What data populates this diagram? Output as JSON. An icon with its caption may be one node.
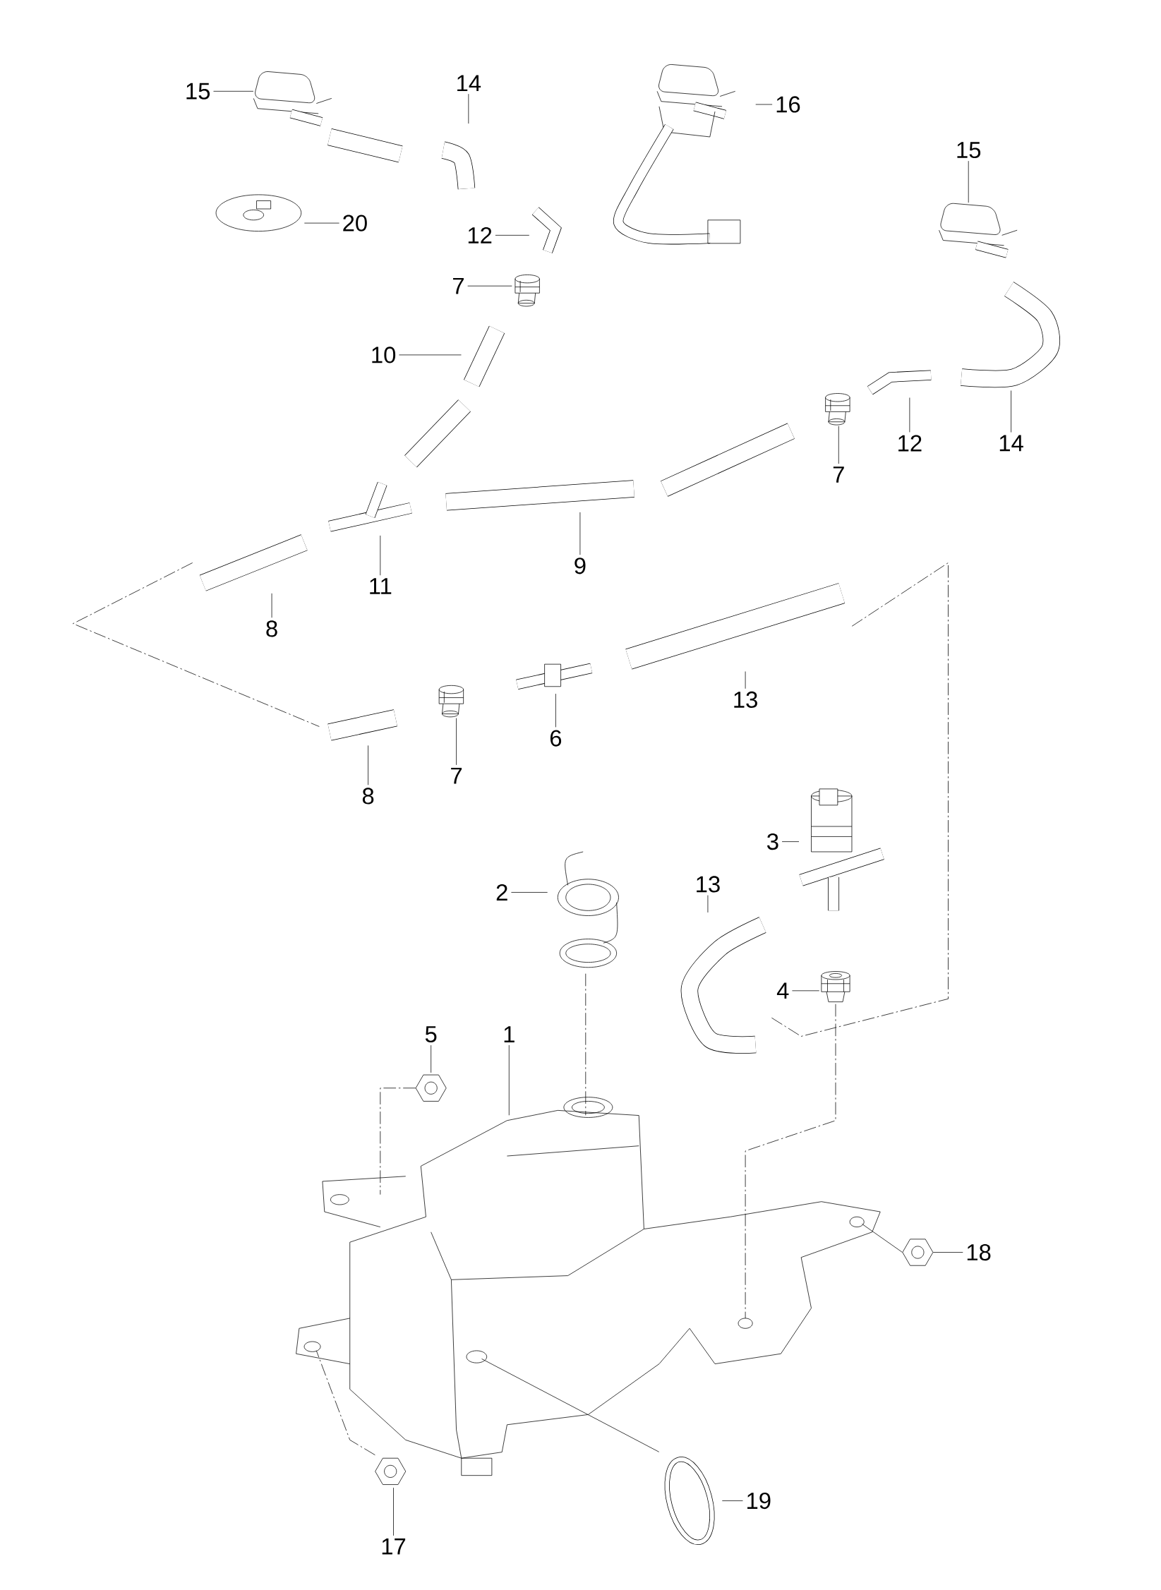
{
  "diagram": {
    "nodes": [
      {
        "text": [
          "15"
        ]
      },
      {
        "text": [
          "14"
        ]
      },
      {
        "text": [
          "16"
        ]
      },
      {
        "text": [
          "15"
        ]
      },
      {
        "text": [
          "20"
        ]
      },
      {
        "text": [
          "12"
        ]
      },
      {
        "text": [
          "7"
        ]
      },
      {
        "text": [
          "10"
        ]
      },
      {
        "text": [
          "12"
        ]
      },
      {
        "text": [
          "14"
        ]
      },
      {
        "text": [
          "7"
        ]
      },
      {
        "text": [
          "9"
        ]
      },
      {
        "text": [
          "11"
        ]
      },
      {
        "text": [
          "8"
        ]
      },
      {
        "text": [
          "13"
        ]
      },
      {
        "text": [
          "6"
        ]
      },
      {
        "text": [
          "7"
        ]
      },
      {
        "text": [
          "8"
        ]
      },
      {
        "text": [
          "3"
        ]
      },
      {
        "text": [
          "13"
        ]
      },
      {
        "text": [
          "2"
        ]
      },
      {
        "text": [
          "4"
        ]
      },
      {
        "text": [
          "5"
        ]
      },
      {
        "text": [
          "1"
        ]
      },
      {
        "text": [
          "18"
        ]
      },
      {
        "text": [
          "19"
        ]
      },
      {
        "text": [
          "17"
        ]
      },
      {
        "text": [],
        "shape": "picture"
      },
      {
        "text": [],
        "shape": "picture"
      },
      {
        "text": [],
        "shape": "picture"
      },
      {
        "text": [],
        "shape": "picture"
      },
      {
        "text": [],
        "shape": "picture"
      },
      {
        "text": [],
        "shape": "picture"
      },
      {
        "text": [],
        "shape": "picture"
      },
      {
        "text": [],
        "shape": "picture"
      },
      {
        "text": [],
        "shape": "picture"
      },
      {
        "text": [],
        "shape": "picture"
      },
      {
        "text": [],
        "shape": "picture"
      },
      {
        "text": [],
        "shape": "picture"
      },
      {
        "text": [],
        "shape": "picture"
      },
      {
        "text": [],
        "shape": "picture"
      },
      {
        "text": [],
        "shape": "picture"
      },
      {
        "text": [],
        "shape": "picture"
      },
      {
        "text": [],
        "shape": "picture"
      },
      {
        "text": [],
        "shape": "picture"
      },
      {
        "text": [],
        "shape": "picture"
      },
      {
        "text": [],
        "shape": "picture"
      },
      {
        "text": [],
        "shape": "picture"
      },
      {
        "text": [],
        "shape": "picture"
      },
      {
        "text": [],
        "shape": "picture"
      },
      {
        "text": [],
        "shape": "picture"
      },
      {
        "text": [],
        "shape": "picture"
      },
      {
        "text": [],
        "shape": "picture"
      },
      {
        "text": [],
        "shape": "picture"
      }
    ],
    "edges": [
      {
        "from": 0,
        "to": 27,
        "arrow": "none"
      },
      {
        "from": 1,
        "to": 28,
        "arrow": "none"
      },
      {
        "from": 2,
        "to": 29,
        "arrow": "none"
      },
      {
        "from": 3,
        "to": 30,
        "arrow": "none"
      },
      {
        "from": 4,
        "to": 31,
        "arrow": "none"
      },
      {
        "from": 5,
        "to": 32,
        "arrow": "none"
      },
      {
        "from": 6,
        "to": 33,
        "arrow": "none"
      },
      {
        "from": 7,
        "to": 34,
        "arrow": "none"
      },
      {
        "from": 8,
        "to": 35,
        "arrow": "none"
      },
      {
        "from": 9,
        "to": 36,
        "arrow": "none"
      },
      {
        "from": 10,
        "to": 37,
        "arrow": "none"
      },
      {
        "from": 11,
        "to": 38,
        "arrow": "none"
      },
      {
        "from": 12,
        "to": 39,
        "arrow": "none"
      },
      {
        "from": 13,
        "to": 40,
        "arrow": "none"
      },
      {
        "from": 14,
        "to": 41,
        "arrow": "none"
      },
      {
        "from": 15,
        "to": 42,
        "arrow": "none"
      },
      {
        "from": 16,
        "to": 43,
        "arrow": "none"
      },
      {
        "from": 17,
        "to": 44,
        "arrow": "none"
      },
      {
        "from": 18,
        "to": 45,
        "arrow": "none"
      },
      {
        "from": 19,
        "to": 46,
        "arrow": "none"
      },
      {
        "from": 20,
        "to": 47,
        "arrow": "none"
      },
      {
        "from": 21,
        "to": 48,
        "arrow": "none"
      },
      {
        "from": 22,
        "to": 49,
        "arrow": "none"
      },
      {
        "from": 23,
        "to": 50,
        "arrow": "none"
      },
      {
        "from": 24,
        "to": 51,
        "arrow": "none"
      },
      {
        "from": 25,
        "to": 52,
        "arrow": "none"
      },
      {
        "from": 26,
        "to": 53,
        "arrow": "none"
      },
      {
        "from": 40,
        "to": 44,
        "arrow": "none",
        "style": "dashed"
      },
      {
        "from": 41,
        "to": 46,
        "arrow": "none",
        "style": "dashed"
      },
      {
        "from": 47,
        "to": 50,
        "arrow": "none",
        "style": "dashed"
      },
      {
        "from": 48,
        "to": 50,
        "arrow": "none",
        "style": "dashed"
      },
      {
        "from": 49,
        "to": 50,
        "arrow": "none",
        "style": "dashed"
      },
      {
        "from": 51,
        "to": 50,
        "arrow": "none"
      },
      {
        "from": 52,
        "to": 50,
        "arrow": "none"
      },
      {
        "from": 53,
        "to": 50,
        "arrow": "none",
        "style": "dashed"
      }
    ]
  }
}
